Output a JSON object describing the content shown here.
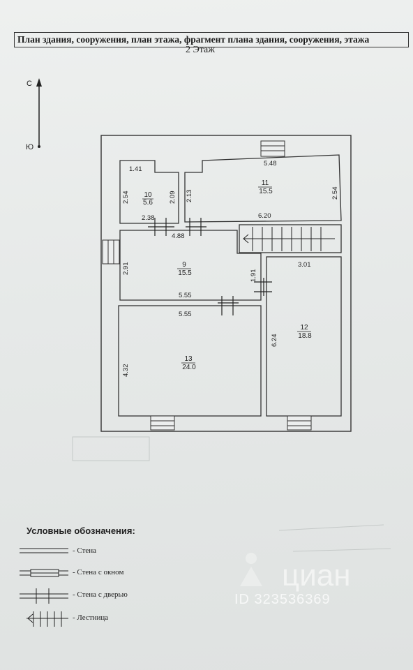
{
  "header": {
    "title": "План здания, сооружения, план этажа, фрагмент плана здания, сооружения, этажа"
  },
  "floor_title": "2 Этаж",
  "compass": {
    "north": "С",
    "south": "Ю"
  },
  "rooms": [
    {
      "number": "10",
      "area": "5.6"
    },
    {
      "number": "11",
      "area": "15.5"
    },
    {
      "number": "9",
      "area": "15.5"
    },
    {
      "number": "12",
      "area": "18.8"
    },
    {
      "number": "13",
      "area": "24.0"
    }
  ],
  "dimensions": {
    "r10_top": "1.41",
    "r10_left": "2.54",
    "r10_right": "2.09",
    "r10_bottom": "2.38",
    "r11_top": "5.48",
    "r11_left": "2.13",
    "r11_right": "2.54",
    "r11_bottom": "6.20",
    "r9_top": "4.88",
    "r9_left": "2.91",
    "r9_right": "1.91",
    "r9_bottom": "5.55",
    "r13_top": "5.55",
    "r13_left": "4.32",
    "r12_top": "3.01",
    "r12_left": "6.24"
  },
  "legend": {
    "title": "Условные обозначения:",
    "items": [
      "- Стена",
      "- Стена с окном",
      "- Стена с дверью",
      "- Лестница"
    ]
  },
  "watermark": {
    "brand": "циан",
    "id": "ID 323536369"
  }
}
